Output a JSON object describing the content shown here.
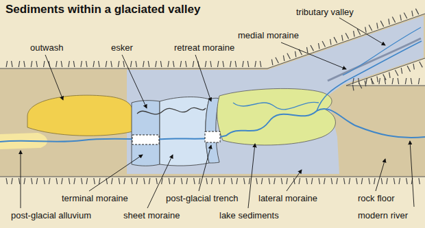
{
  "diagram": {
    "title": "Sediments within a glaciated valley",
    "labels": [
      "tributary valley",
      "medial moraine",
      "outwash",
      "esker",
      "retreat moraine",
      "terminal moraine",
      "post-glacial trench",
      "lateral moraine",
      "rock floor",
      "modern river",
      "post-glacial alluvium",
      "sheet moraine",
      "lake sediments"
    ]
  }
}
